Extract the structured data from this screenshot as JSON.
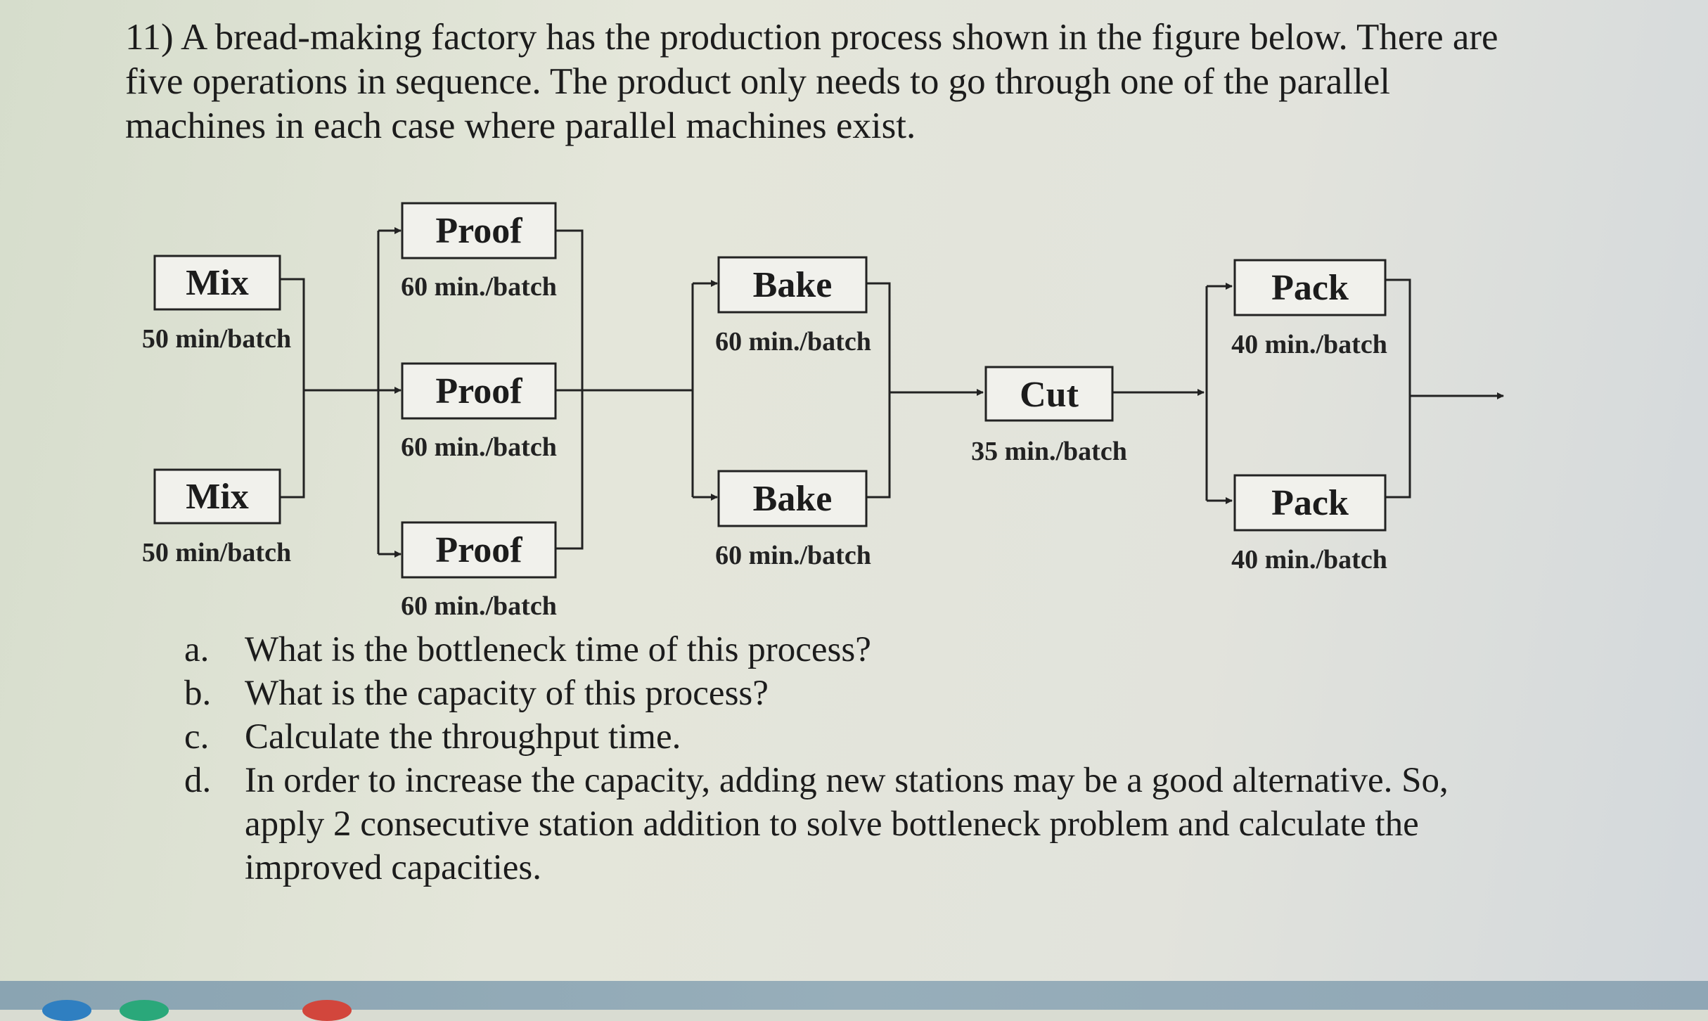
{
  "problem": {
    "lines": [
      "11) A bread-making factory has the production process shown in the figure below. There are",
      "five operations in sequence. The product only needs to go through one of the parallel",
      "machines in each case where parallel machines exist."
    ]
  },
  "diagram": {
    "mix": [
      {
        "label": "Mix",
        "rate": "50 min/batch"
      },
      {
        "label": "Mix",
        "rate": "50 min/batch"
      }
    ],
    "proof": [
      {
        "label": "Proof",
        "rate": "60 min./batch"
      },
      {
        "label": "Proof",
        "rate": "60 min./batch"
      },
      {
        "label": "Proof",
        "rate": "60 min./batch"
      }
    ],
    "bake": [
      {
        "label": "Bake",
        "rate": "60 min./batch"
      },
      {
        "label": "Bake",
        "rate": "60 min./batch"
      }
    ],
    "cut": {
      "label": "Cut",
      "rate": "35 min./batch"
    },
    "pack": [
      {
        "label": "Pack",
        "rate": "40 min./batch"
      },
      {
        "label": "Pack",
        "rate": "40 min./batch"
      }
    ]
  },
  "questions": [
    {
      "letter": "a.",
      "lines": [
        "What is the bottleneck time of this process?"
      ]
    },
    {
      "letter": "b.",
      "lines": [
        "What is the capacity of this process?"
      ]
    },
    {
      "letter": "c.",
      "lines": [
        "Calculate the throughput time."
      ]
    },
    {
      "letter": "d.",
      "lines": [
        "In order to increase the capacity, adding new stations may be a good alternative. So,",
        "apply 2 consecutive station addition to solve bottleneck problem and calculate the",
        "improved capacities."
      ]
    }
  ]
}
